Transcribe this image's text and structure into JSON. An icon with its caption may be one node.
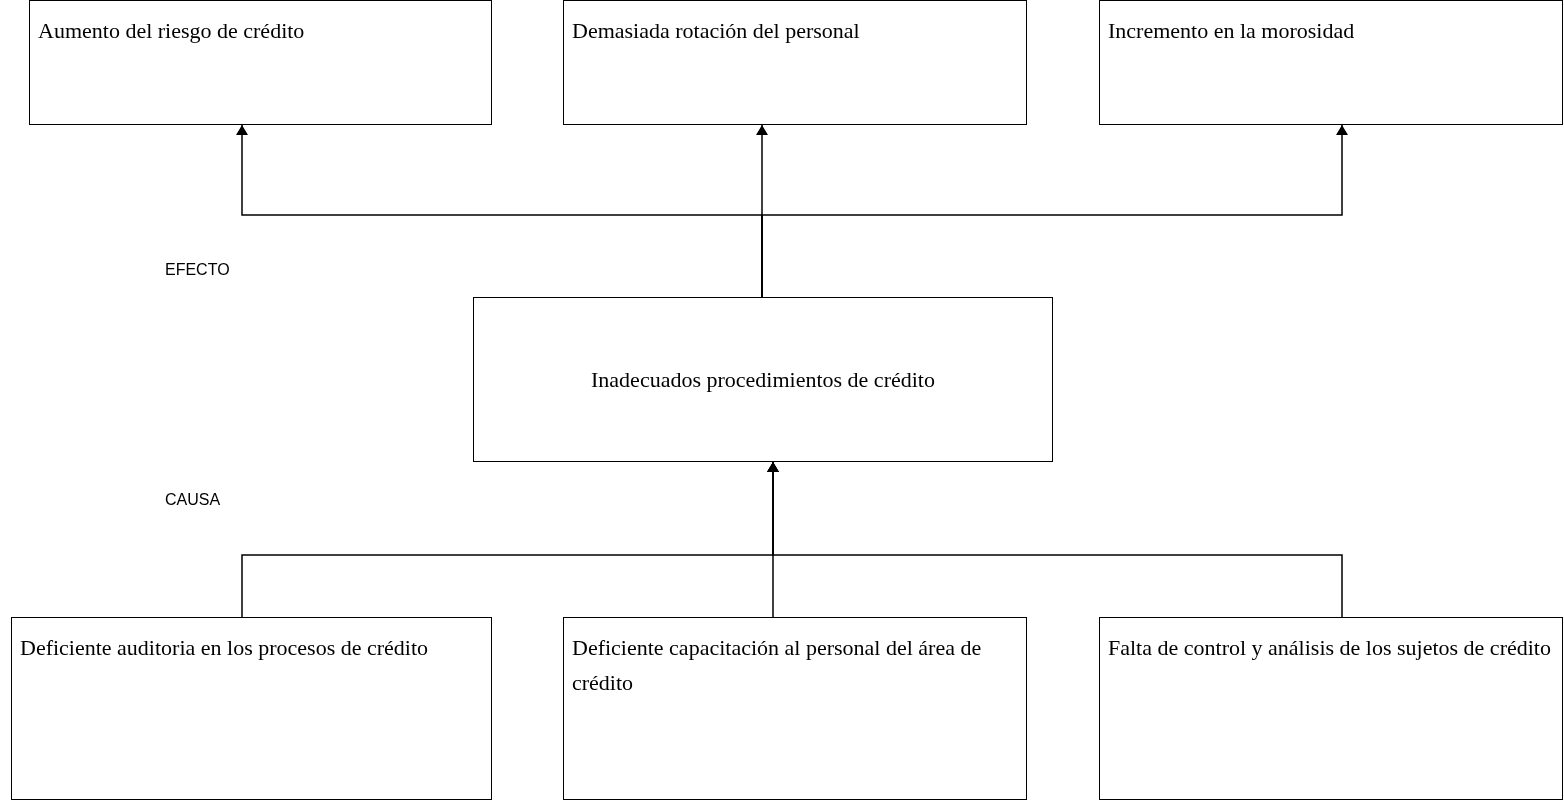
{
  "diagram": {
    "nodes": [
      {
        "text": [
          "Aumento del riesgo de crédito"
        ]
      },
      {
        "text": [
          "Demasiada rotación del personal"
        ]
      },
      {
        "text": [
          "Incremento en la morosidad"
        ]
      },
      {
        "text": [
          "Inadecuados procedimientos de crédito"
        ]
      },
      {
        "text": [
          "Deficiente auditoria en los procesos de crédito"
        ]
      },
      {
        "text": [
          "Deficiente capacitación al personal del área de crédito"
        ]
      },
      {
        "text": [
          "Falta de control y análisis de los sujetos de crédito"
        ]
      }
    ],
    "edges": [
      {
        "from": 3,
        "to": 0,
        "arrow": "to"
      },
      {
        "from": 3,
        "to": 1,
        "arrow": "to"
      },
      {
        "from": 3,
        "to": 2,
        "arrow": "to"
      },
      {
        "from": 4,
        "to": 3,
        "arrow": "to"
      },
      {
        "from": 5,
        "to": 3,
        "arrow": "to"
      },
      {
        "from": 6,
        "to": 3,
        "arrow": "to"
      }
    ],
    "labels": [
      "EFECTO",
      "CAUSA"
    ]
  }
}
